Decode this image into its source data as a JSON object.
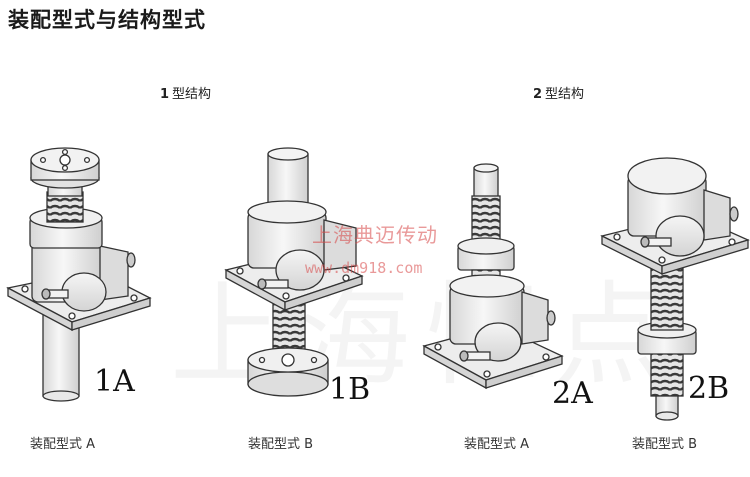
{
  "title": "装配型式与结构型式",
  "structure_groups": [
    {
      "num": "1",
      "label": "型结构"
    },
    {
      "num": "2",
      "label": "型结构"
    }
  ],
  "variants": [
    {
      "label": "1A",
      "caption": "装配型式 A"
    },
    {
      "label": "1B",
      "caption": "装配型式 B"
    },
    {
      "label": "2A",
      "caption": "装配型式 A"
    },
    {
      "label": "2B",
      "caption": "装配型式 B"
    }
  ],
  "watermark": {
    "company": "上海典迈传动",
    "url": "www.dm918.com",
    "background": "上海恒点"
  }
}
